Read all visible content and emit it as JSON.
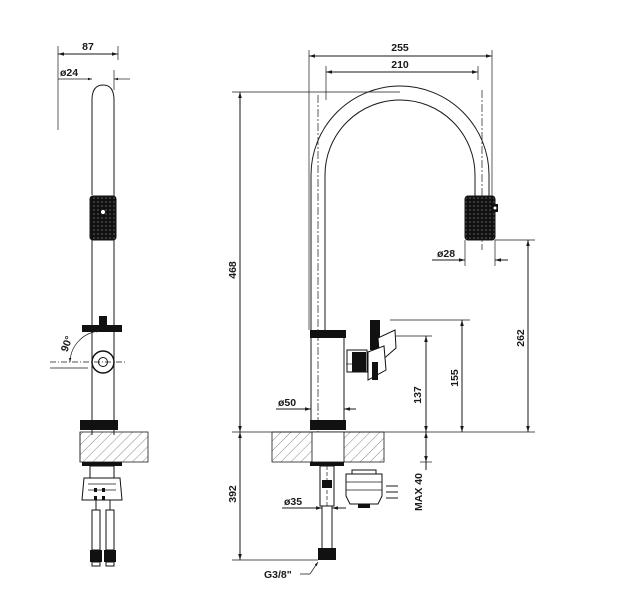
{
  "drawing": {
    "side_view": {
      "width_label": "87",
      "diameter_label": "ø24",
      "angle_label": "90°"
    },
    "front_view": {
      "overall_width_label": "255",
      "spout_reach_label": "210",
      "height_label": "468",
      "spray_diameter_label": "ø28",
      "outlet_height_label": "262",
      "handle_height_label": "155",
      "body_height_label": "137",
      "body_diameter_label": "ø50",
      "below_counter_label": "392",
      "shank_diameter_label": "ø35",
      "max_thickness_label": "MAX 40",
      "thread_label": "G3/8\""
    }
  }
}
